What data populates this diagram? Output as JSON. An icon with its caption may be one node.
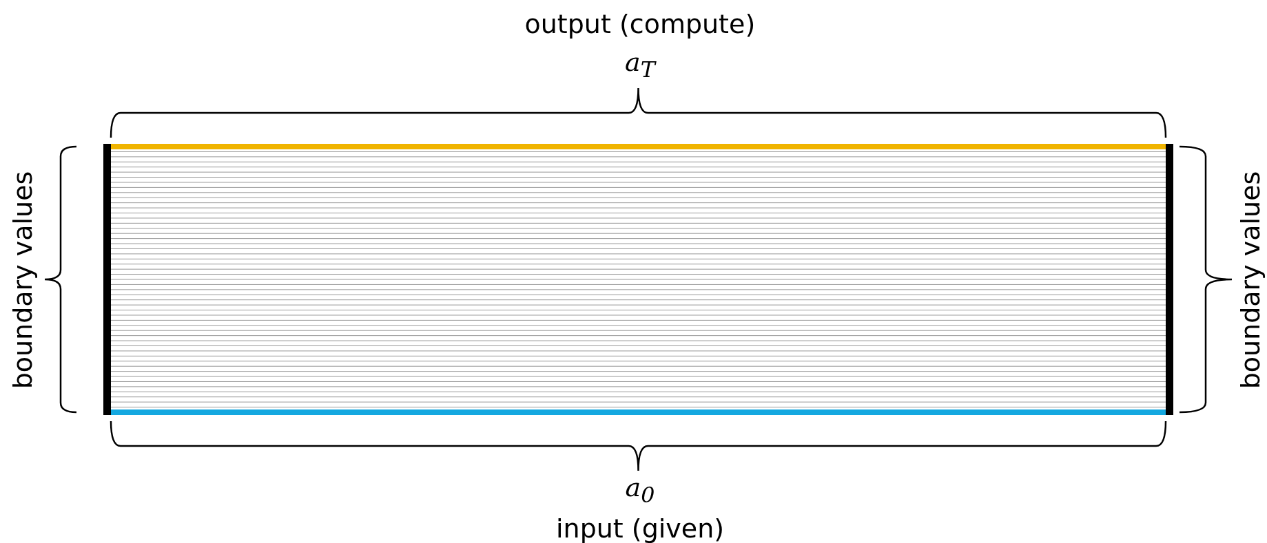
{
  "diagram": {
    "labels": [
      "output (compute)",
      "a$_{T}$",
      "boundary values",
      "boundary values",
      "a$_{0}$",
      "input (given)"
    ]
  }
}
